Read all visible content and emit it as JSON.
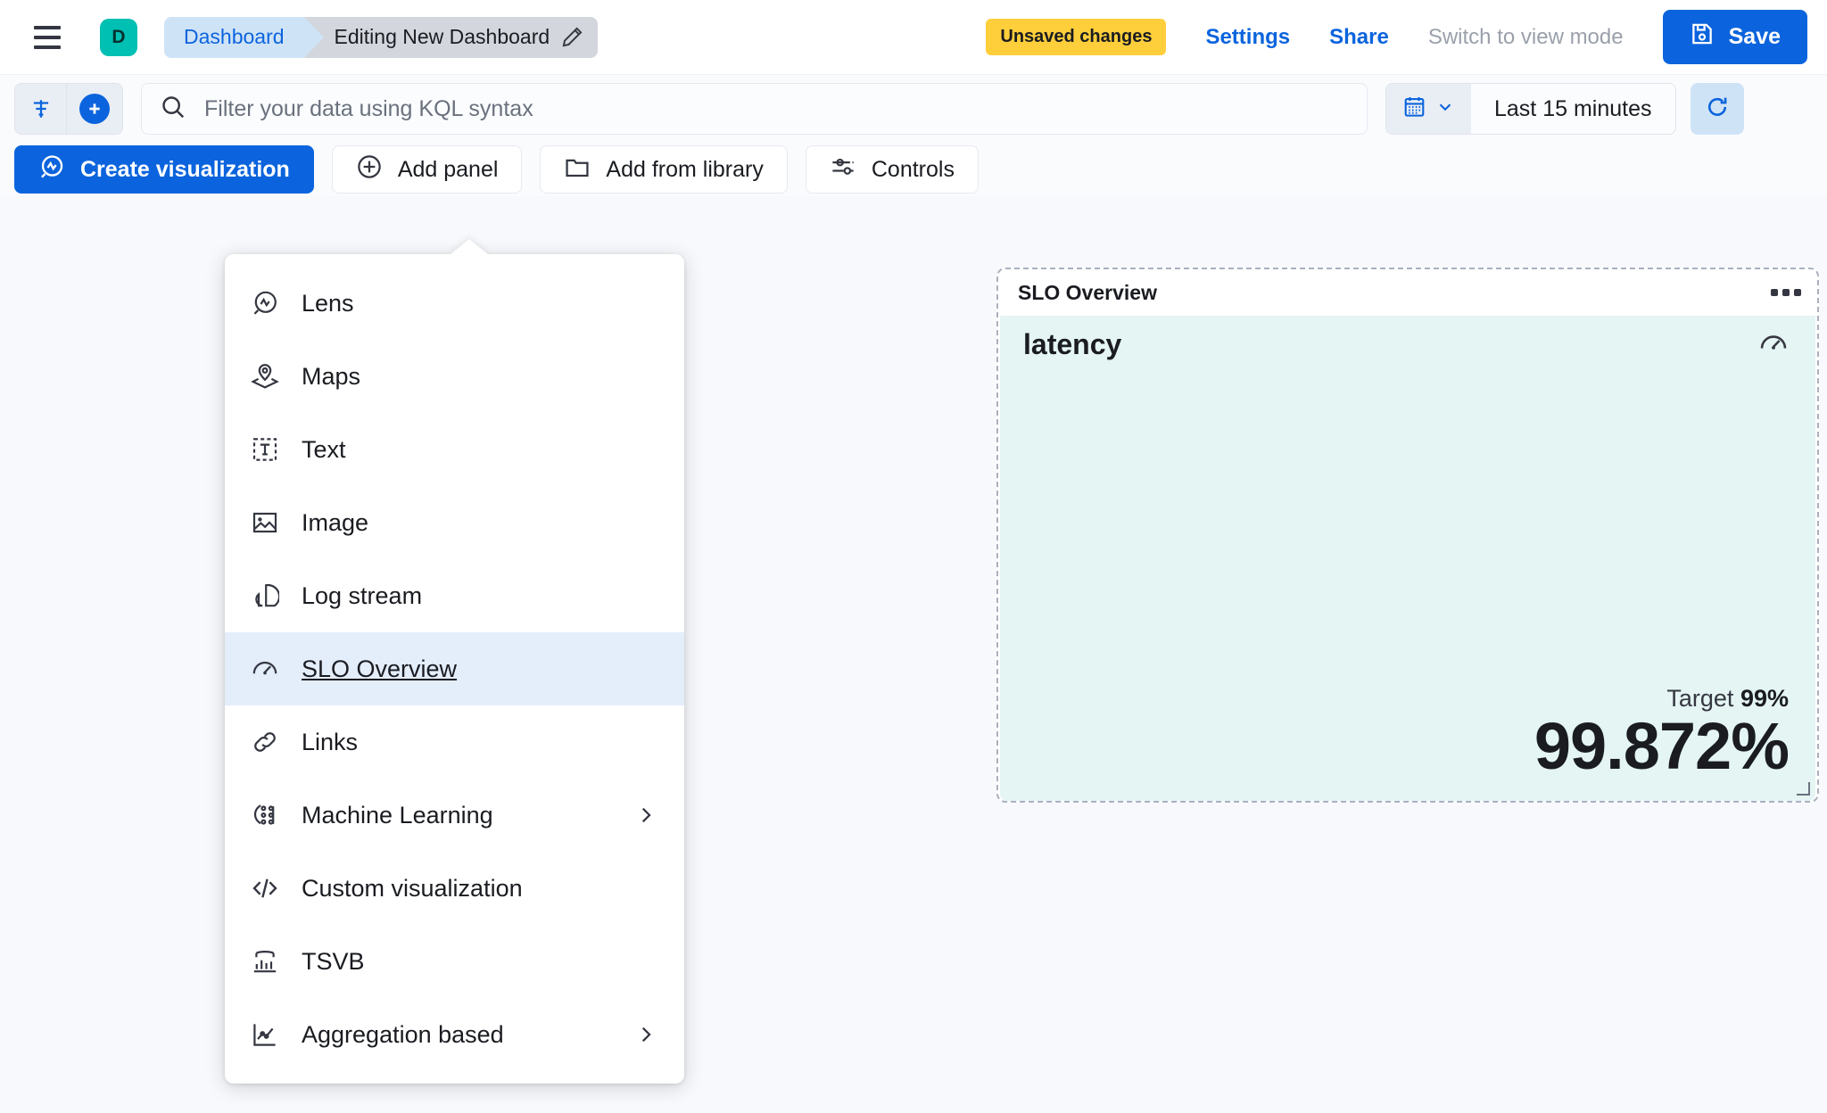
{
  "header": {
    "menu_icon": "hamburger-icon",
    "space_initial": "D",
    "breadcrumb_parent": "Dashboard",
    "breadcrumb_current": "Editing New Dashboard",
    "edit_icon": "pencil-icon",
    "unsaved_badge": "Unsaved changes",
    "settings_link": "Settings",
    "share_link": "Share",
    "view_mode_link": "Switch to view mode",
    "save_label": "Save",
    "save_icon": "save-disk-icon"
  },
  "querybar": {
    "filter_icon": "filter-icon",
    "add_filter_icon": "plus-circle-icon",
    "search_icon": "search-icon",
    "placeholder": "Filter your data using KQL syntax",
    "value": "",
    "calendar_icon": "calendar-icon",
    "chevron_icon": "chevron-down-icon",
    "time_range": "Last 15 minutes",
    "refresh_icon": "refresh-icon"
  },
  "toolbar": {
    "create_visualization": "Create visualization",
    "add_panel": "Add panel",
    "add_from_library": "Add from library",
    "controls": "Controls"
  },
  "add_panel_menu": {
    "items": [
      {
        "label": "Lens",
        "icon": "lens-icon",
        "selected": false,
        "submenu": false
      },
      {
        "label": "Maps",
        "icon": "maps-icon",
        "selected": false,
        "submenu": false
      },
      {
        "label": "Text",
        "icon": "text-icon",
        "selected": false,
        "submenu": false
      },
      {
        "label": "Image",
        "icon": "image-icon",
        "selected": false,
        "submenu": false
      },
      {
        "label": "Log stream",
        "icon": "log-stream-icon",
        "selected": false,
        "submenu": false
      },
      {
        "label": "SLO Overview",
        "icon": "gauge-icon",
        "selected": true,
        "submenu": false
      },
      {
        "label": "Links",
        "icon": "link-icon",
        "selected": false,
        "submenu": false
      },
      {
        "label": "Machine Learning",
        "icon": "machine-learning-icon",
        "selected": false,
        "submenu": true
      },
      {
        "label": "Custom visualization",
        "icon": "code-icon",
        "selected": false,
        "submenu": false
      },
      {
        "label": "TSVB",
        "icon": "tsvb-icon",
        "selected": false,
        "submenu": false
      },
      {
        "label": "Aggregation based",
        "icon": "aggregation-icon",
        "selected": false,
        "submenu": true
      }
    ]
  },
  "slo_panel": {
    "panel_title": "SLO Overview",
    "context_menu_icon": "panel-options-icon",
    "metric_name": "latency",
    "gauge_icon": "gauge-icon",
    "target_label": "Target",
    "target_value": "99%",
    "sli_value": "99.872%",
    "background_color": "#e4f5f3",
    "resize_handle": "resize-handle-icon"
  }
}
